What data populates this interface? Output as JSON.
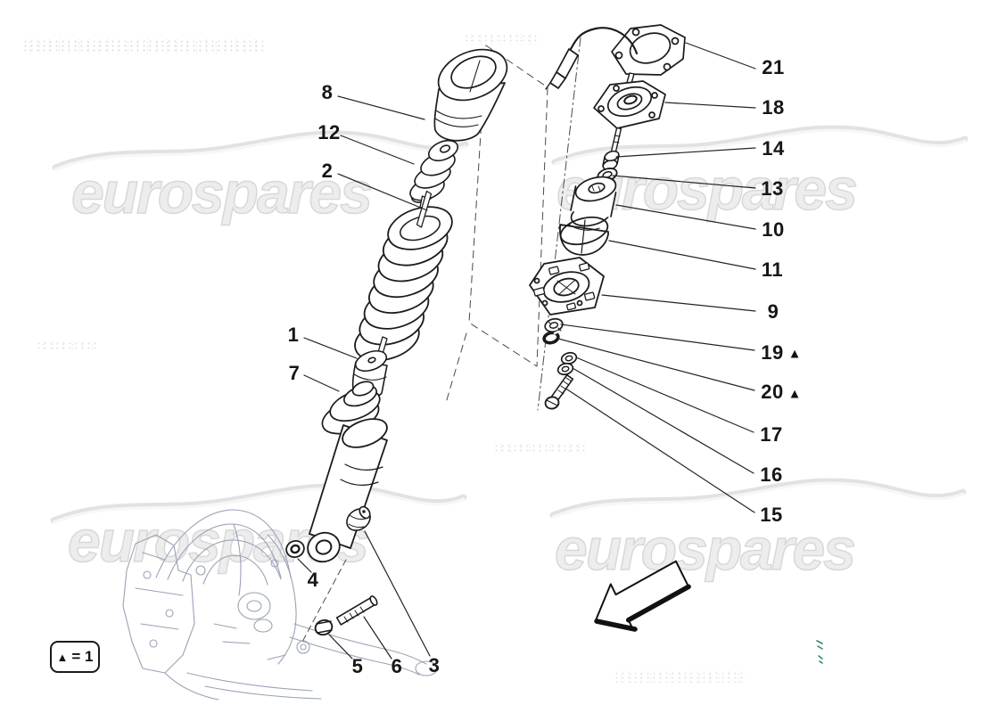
{
  "watermark": {
    "text": "eurospares"
  },
  "legend": {
    "triangle": "▲",
    "equals": "= 1"
  },
  "callouts": {
    "left": [
      {
        "n": "8"
      },
      {
        "n": "12"
      },
      {
        "n": "2"
      },
      {
        "n": "1"
      },
      {
        "n": "7"
      },
      {
        "n": "4"
      },
      {
        "n": "5"
      },
      {
        "n": "6"
      },
      {
        "n": "3"
      }
    ],
    "right": [
      {
        "n": "21"
      },
      {
        "n": "18"
      },
      {
        "n": "14"
      },
      {
        "n": "13"
      },
      {
        "n": "10"
      },
      {
        "n": "11"
      },
      {
        "n": "9"
      },
      {
        "n": "19",
        "tri": "▲"
      },
      {
        "n": "20",
        "tri": "▲"
      },
      {
        "n": "17"
      },
      {
        "n": "16"
      },
      {
        "n": "15"
      }
    ]
  }
}
